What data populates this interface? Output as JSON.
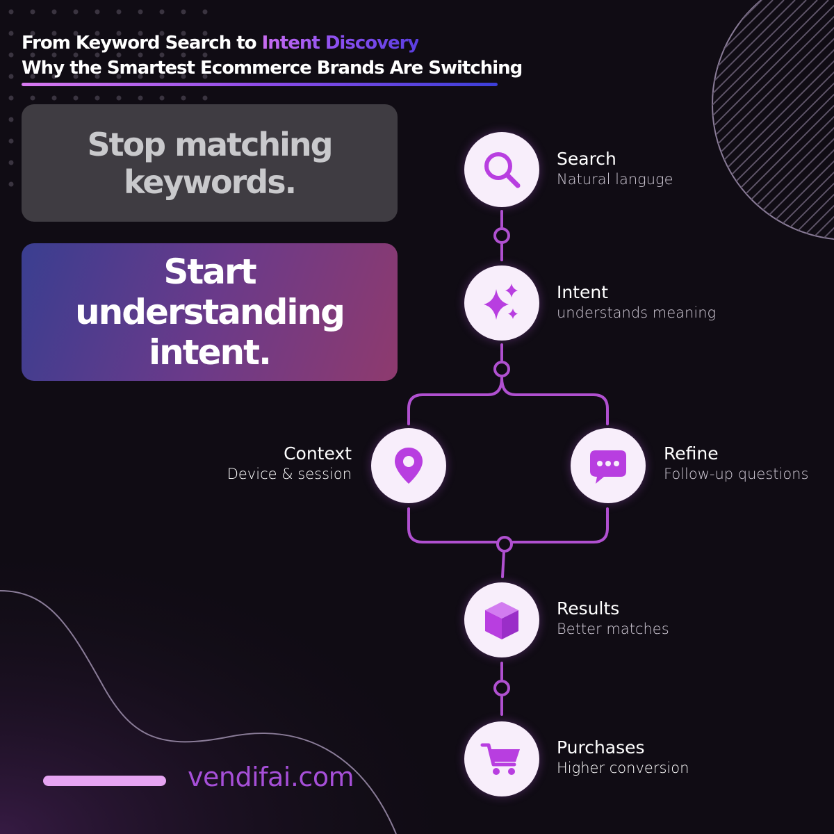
{
  "header": {
    "title_line1_prefix": "From Keyword Search to ",
    "title_line1_accent": "Intent Discovery",
    "title_line2": "Why the Smartest Ecommerce Brands Are Switching"
  },
  "cards": {
    "stop": "Stop matching keywords.",
    "start": "Start understanding intent."
  },
  "flow": {
    "search": {
      "icon": "search-icon",
      "name": "Search",
      "desc": "Natural languge"
    },
    "intent": {
      "icon": "sparkles-icon",
      "name": "Intent",
      "desc": "understands meaning"
    },
    "context": {
      "icon": "location-pin-icon",
      "name": "Context",
      "desc": "Device & session"
    },
    "refine": {
      "icon": "chat-bubble-icon",
      "name": "Refine",
      "desc": "Follow-up questions"
    },
    "results": {
      "icon": "package-box-icon",
      "name": "Results",
      "desc": "Better matches"
    },
    "purchases": {
      "icon": "shopping-cart-icon",
      "name": "Purchases",
      "desc": "Higher conversion"
    }
  },
  "footer": {
    "url": "vendifai.com"
  },
  "colors": {
    "background": "#100c14",
    "accent": "#a64fd8",
    "connector": "#b050d0",
    "icon": "#b83ee0",
    "node_fill": "#f8eefb"
  }
}
